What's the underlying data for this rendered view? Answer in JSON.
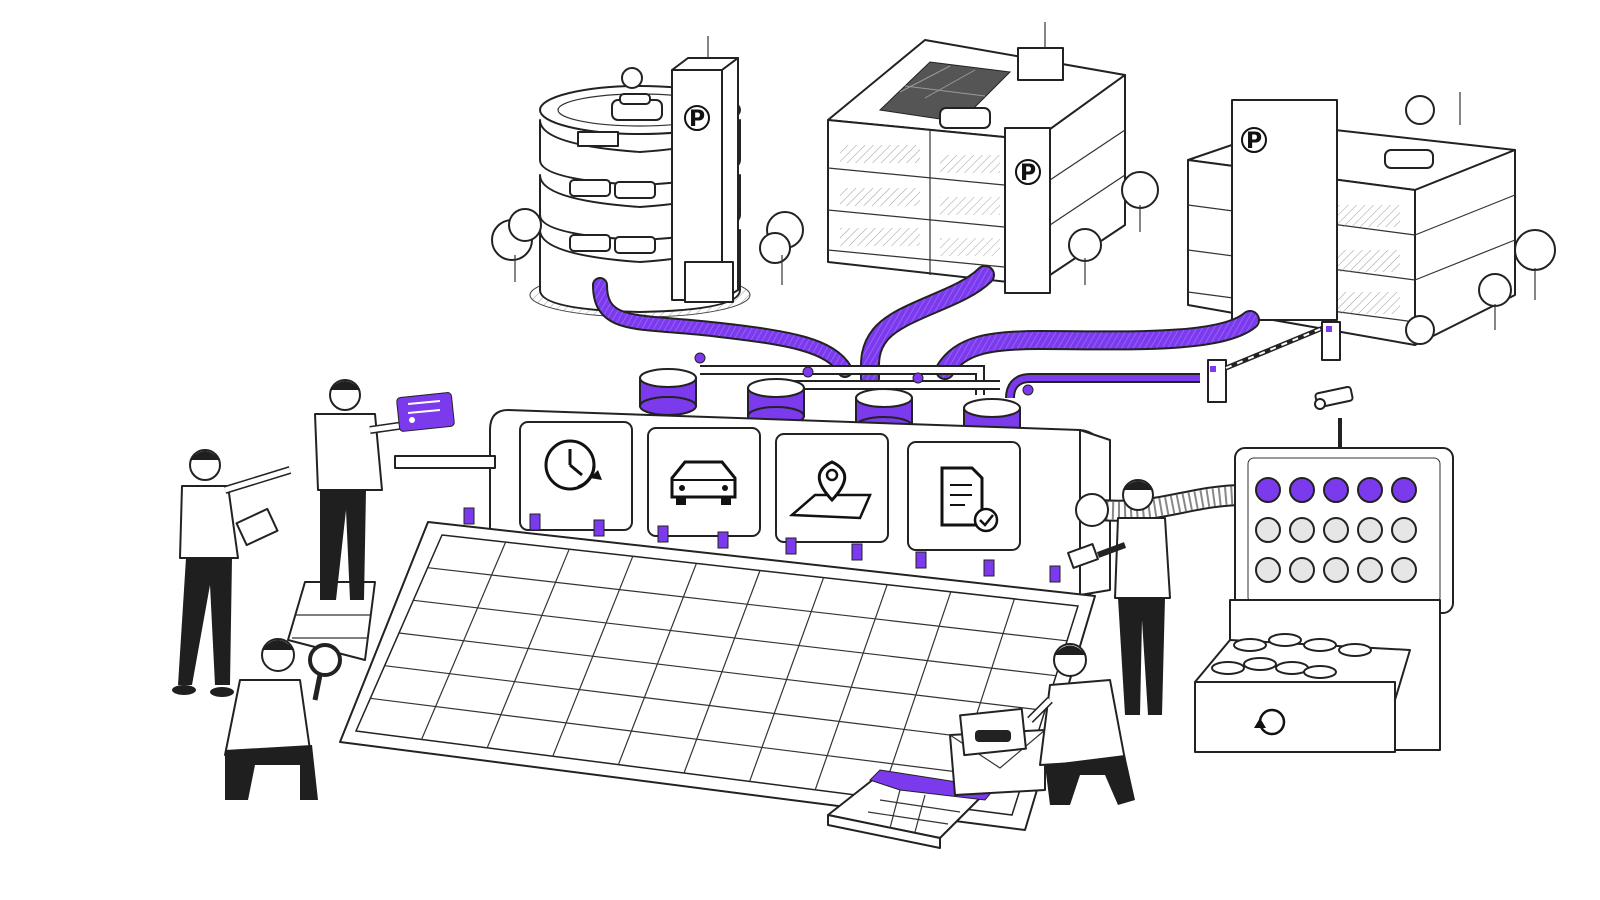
{
  "scene": {
    "parking_sign_letter": "P",
    "accent_color": "#7c3aed",
    "accent_light_color": "#a78bfa",
    "ink_color": "#222222",
    "buildings": [
      {
        "kind": "circular-parking-garage",
        "icon": "parking-sign"
      },
      {
        "kind": "rectangular-parking-garage",
        "icon": "parking-sign"
      },
      {
        "kind": "parking-garage-with-barrier",
        "icon": "parking-sign"
      }
    ],
    "machine_panel_icons": [
      "clock-refresh-icon",
      "car-icon",
      "map-pin-icon",
      "document-check-icon"
    ],
    "status_lights": {
      "rows": 3,
      "columns": 5,
      "active_row": 1
    },
    "people": [
      "person-pointing-with-tablet",
      "person-on-step-ladder-with-card",
      "person-with-magnifier",
      "person-with-phone",
      "person-with-envelope"
    ]
  }
}
